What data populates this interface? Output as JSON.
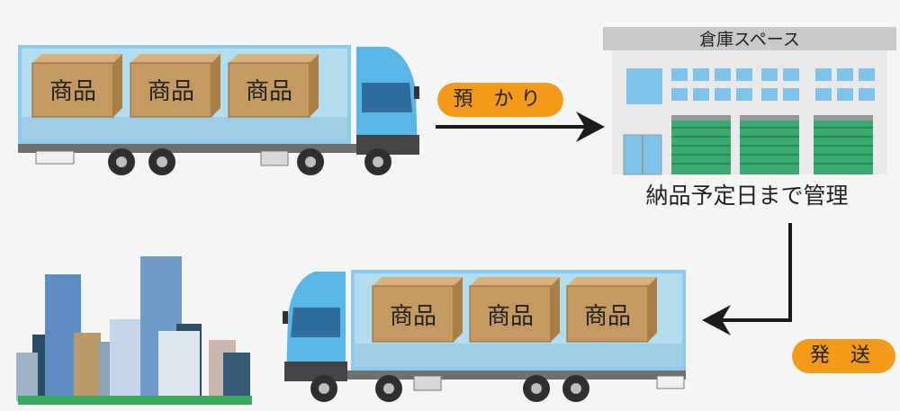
{
  "diagram": {
    "box_label": "商品",
    "deposit_label": "預 かり",
    "warehouse_sign": "倉庫スペース",
    "warehouse_caption": "納品予定日まで管理",
    "ship_label": "発 送"
  },
  "colors": {
    "background": "#f5f5f5",
    "truck_blue": "#6ec0e8",
    "cargo_panel": "#b3dcef",
    "box_brown": "#c49a62",
    "accent_orange": "#f39a1a",
    "shutter_green": "#3aaa70"
  }
}
